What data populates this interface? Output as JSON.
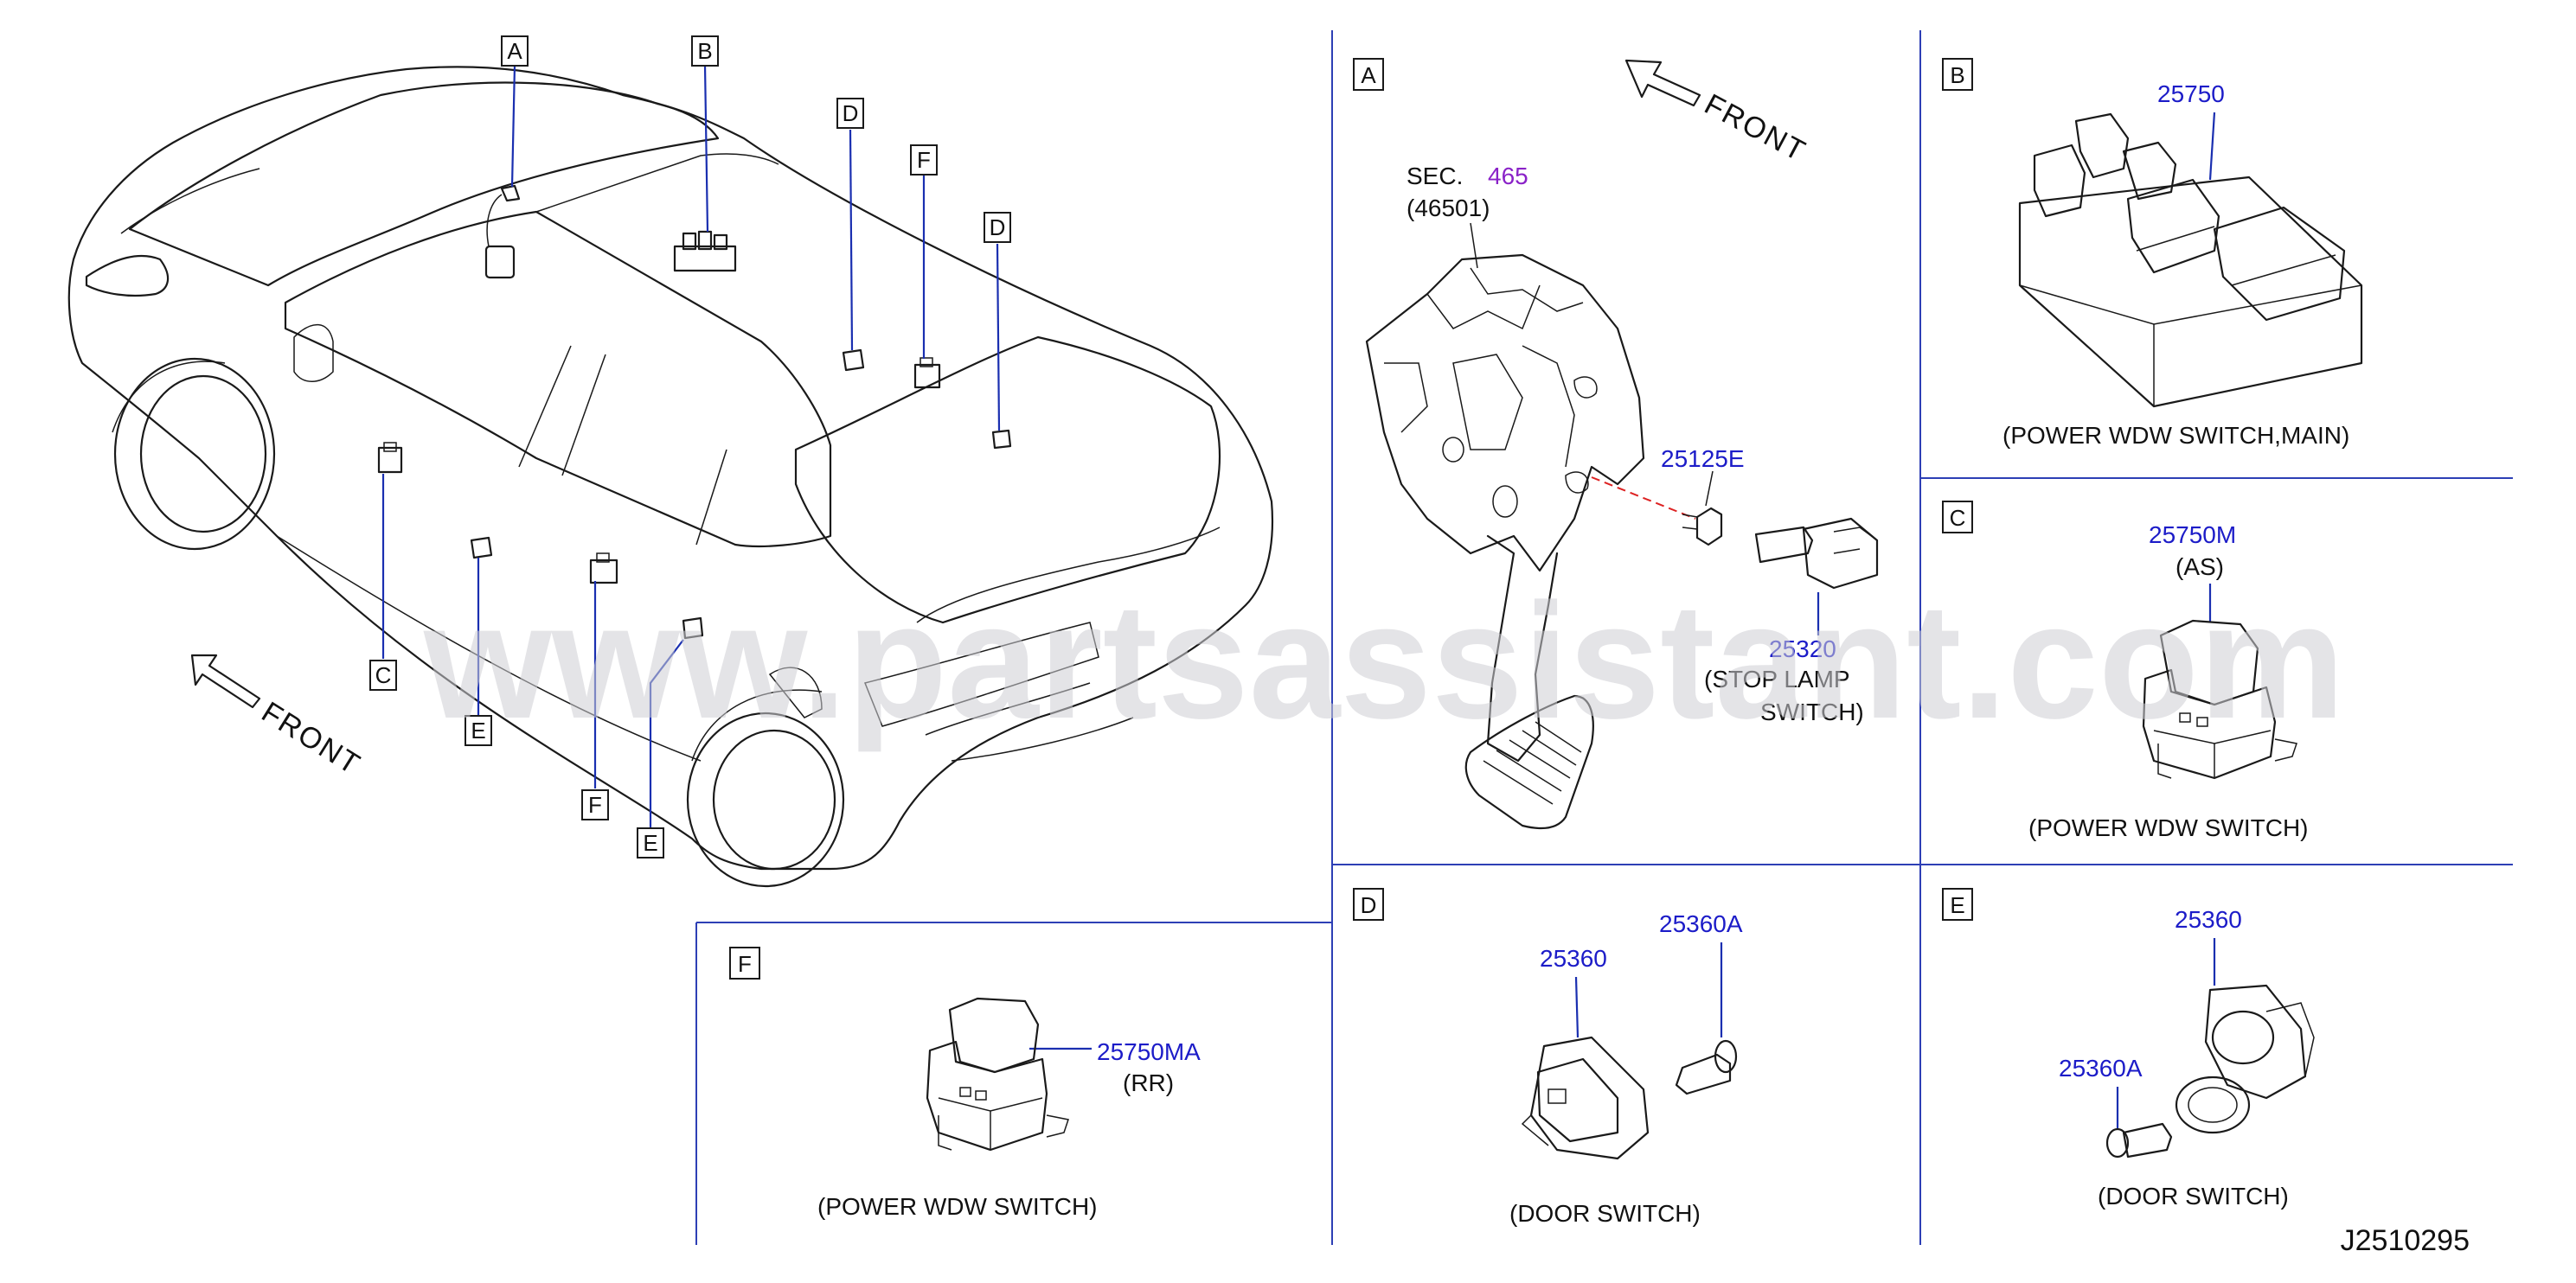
{
  "watermark": "www.partsassistant.com",
  "diagram_code": "J2510295",
  "overview": {
    "front_label": "FRONT",
    "callouts": [
      "A",
      "B",
      "C",
      "D",
      "D",
      "E",
      "E",
      "F",
      "F"
    ]
  },
  "panels": {
    "A": {
      "letter": "A",
      "front_label": "FRONT",
      "sec_label": "SEC.",
      "sec_ref": "465",
      "sec_sub": "(46501)",
      "part_25125e": "25125E",
      "part_25320": "25320",
      "caption_line1": "(STOP   LAMP",
      "caption_line2": "SWITCH)"
    },
    "B": {
      "letter": "B",
      "part": "25750",
      "caption": "(POWER   WDW   SWITCH,MAIN)"
    },
    "C": {
      "letter": "C",
      "part": "25750M",
      "sub": "(AS)",
      "caption": "(POWER   WDW   SWITCH)"
    },
    "D": {
      "letter": "D",
      "part_main": "25360",
      "part_bolt": "25360A",
      "caption": "(DOOR   SWITCH)"
    },
    "E": {
      "letter": "E",
      "part_main": "25360",
      "part_bolt": "25360A",
      "caption": "(DOOR   SWITCH)"
    },
    "F": {
      "letter": "F",
      "part": "25750MA",
      "sub": "(RR)",
      "caption": "(POWER   WDW   SWITCH)"
    }
  },
  "colors": {
    "part_number": "#1c1cc8",
    "section_ref": "#8a22c8",
    "divider": "#2d3fb5",
    "leader": "#1a2fb0"
  }
}
